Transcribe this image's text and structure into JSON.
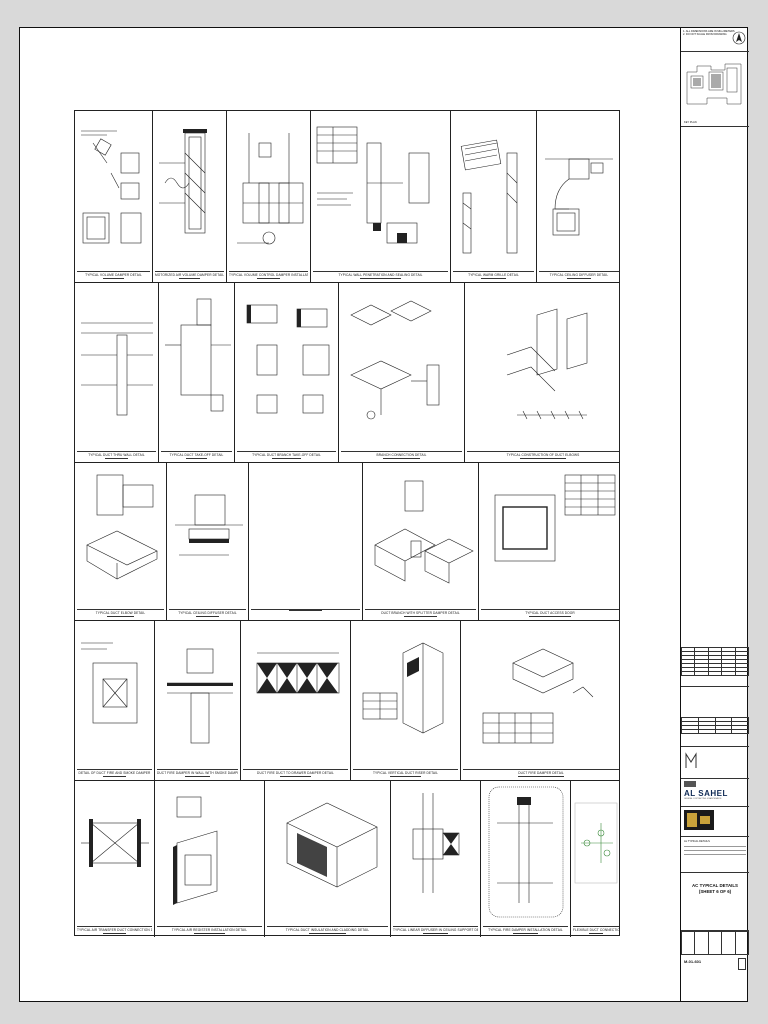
{
  "captions": {
    "r1": [
      "TYPICAL VOLUME DAMPER DETAIL",
      "MOTORIZED AIR VOLUME DAMPER DETAIL",
      "TYPICAL VOLUME CONTROL DAMPER INSTALLATION DETAIL",
      "TYPICAL WALL PENETRATION AND SEALING DETAIL",
      "TYPICAL WARM GRILLE DETAIL",
      "TYPICAL CEILING DIFFUSER DETAIL"
    ],
    "r2": [
      "TYPICAL DUCT THRU WALL DETAIL",
      "TYPICAL DUCT TAKE-OFF DETAIL",
      "TYPICAL DUCT BRANCH TAKE-OFF DETAIL",
      "BRANCH CONNECTION DETAIL",
      "TYPICAL CONSTRUCTION OF DUCT ELBOWS"
    ],
    "r3": [
      "TYPICAL DUCT ELBOW DETAIL",
      "TYPICAL CEILING DIFFUSER DETAIL",
      "",
      "DUCT BRANCH WITH SPLITTER DAMPER DETAIL",
      "TYPICAL DUCT ACCESS DOOR"
    ],
    "r4": [
      "DETAIL OF DUCT FIRE AND SMOKE DAMPER",
      "DUCT FIRE DAMPER IN WALL WITH SMOKE DAMPER DETAIL",
      "DUCT FIRE DUCT TO DRAWER DAMPER DETAIL",
      "TYPICAL VERTICAL DUCT RISER DETAIL",
      "DUCT FIRE DAMPER DETAIL"
    ],
    "r5": [
      "TYPICAL AIR TRANSFER DUCT CONNECTION DETAIL",
      "TYPICAL AIR REGISTER INSTALLATION DETAIL",
      "TYPICAL DUCT INSULATION AND CLADDING DETAIL",
      "TYPICAL LINEAR DIFFUSER IN CEILING SUPPORT DETAIL",
      "TYPICAL FIRE DAMPER INSTALLATION DETAIL",
      "FLEXIBLE DUCT CONNECTION TO DIFFUSER DETAIL"
    ]
  },
  "title_block": {
    "notes": [
      "1. ALL DIMENSIONS ARE IN MILLIMETERS",
      "2. DO NOT SCALE FROM DRAWING"
    ],
    "key_plan": "KEY PLAN",
    "company": "AL SAHEL",
    "company_sub": "GENERAL CONTRACTING & MAINTENANCE",
    "project": "AL TYPICAL DETAILS",
    "title": "AC TYPICAL DETAILS",
    "subtitle": "(SHEET 6 OF 6)",
    "sheet_no": "M-01-601"
  },
  "colors": {
    "ink": "#111111",
    "logo_blue": "#0f2a55",
    "logo_green": "#4a8a3a",
    "logo_gold": "#c9a23a"
  }
}
